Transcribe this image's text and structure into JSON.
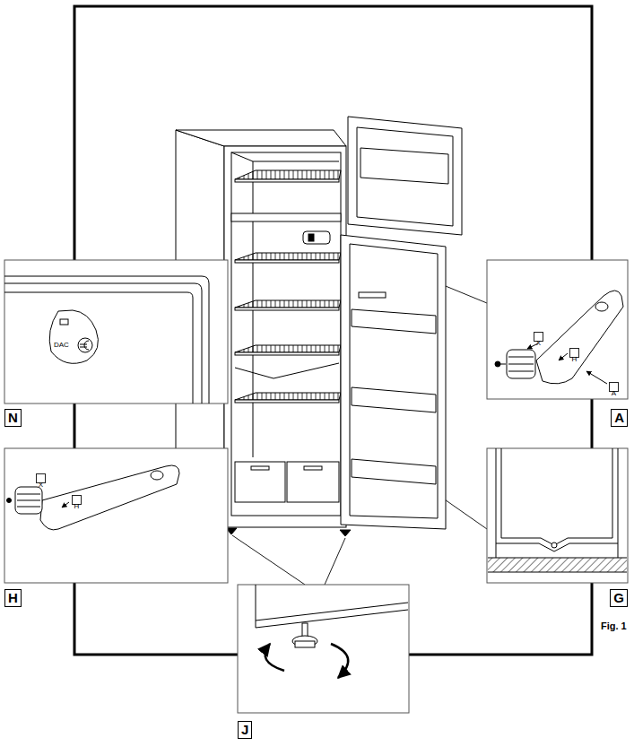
{
  "diagram": {
    "nodes": [
      {
        "text": [
          "N"
        ]
      },
      {
        "text": [
          "A"
        ]
      },
      {
        "text": [
          "X"
        ],
        "in": 1
      },
      {
        "text": [
          "H"
        ],
        "in": 1
      },
      {
        "text": [
          "A"
        ],
        "in": 1
      },
      {
        "text": [
          "H"
        ]
      },
      {
        "text": [
          "X"
        ],
        "in": 5
      },
      {
        "text": [
          "H"
        ],
        "in": 5
      },
      {
        "text": [
          "G"
        ]
      },
      {
        "text": [
          "J"
        ]
      }
    ],
    "labels": [
      "DAC",
      "Fig. 1"
    ]
  }
}
